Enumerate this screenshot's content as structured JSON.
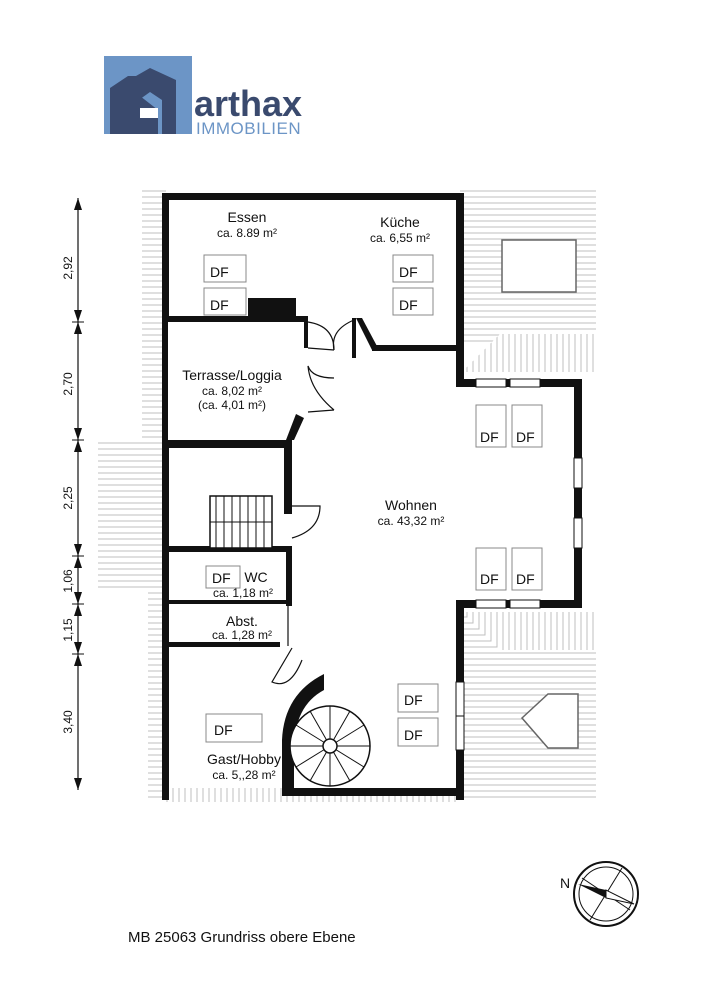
{
  "logo": {
    "brand": "arthax",
    "sub": "IMMOBILIEN",
    "colors": {
      "dark": "#3a4a6e",
      "light": "#6c95c6"
    }
  },
  "rooms": {
    "essen": {
      "name": "Essen",
      "area": "ca. 8.89 m²"
    },
    "kueche": {
      "name": "Küche",
      "area": "ca. 6,55 m²"
    },
    "terrasse": {
      "name": "Terrasse/Loggia",
      "area": "ca. 8,02 m²",
      "area_alt": "(ca. 4,01 m²)"
    },
    "wohnen": {
      "name": "Wohnen",
      "area": "ca. 43,32 m²"
    },
    "wc": {
      "name": "WC",
      "area": "ca. 1,18 m²"
    },
    "abst": {
      "name": "Abst.",
      "area": "ca. 1,28 m²"
    },
    "gast": {
      "name": "Gast/Hobby",
      "area": "ca. 5,,28 m²"
    }
  },
  "skylight_label": "DF",
  "dimensions": [
    "2,92",
    "2,70",
    "2,25",
    "1,06",
    "1,15",
    "3,40"
  ],
  "compass_label": "N",
  "caption": "MB 25063 Grundriss obere Ebene"
}
